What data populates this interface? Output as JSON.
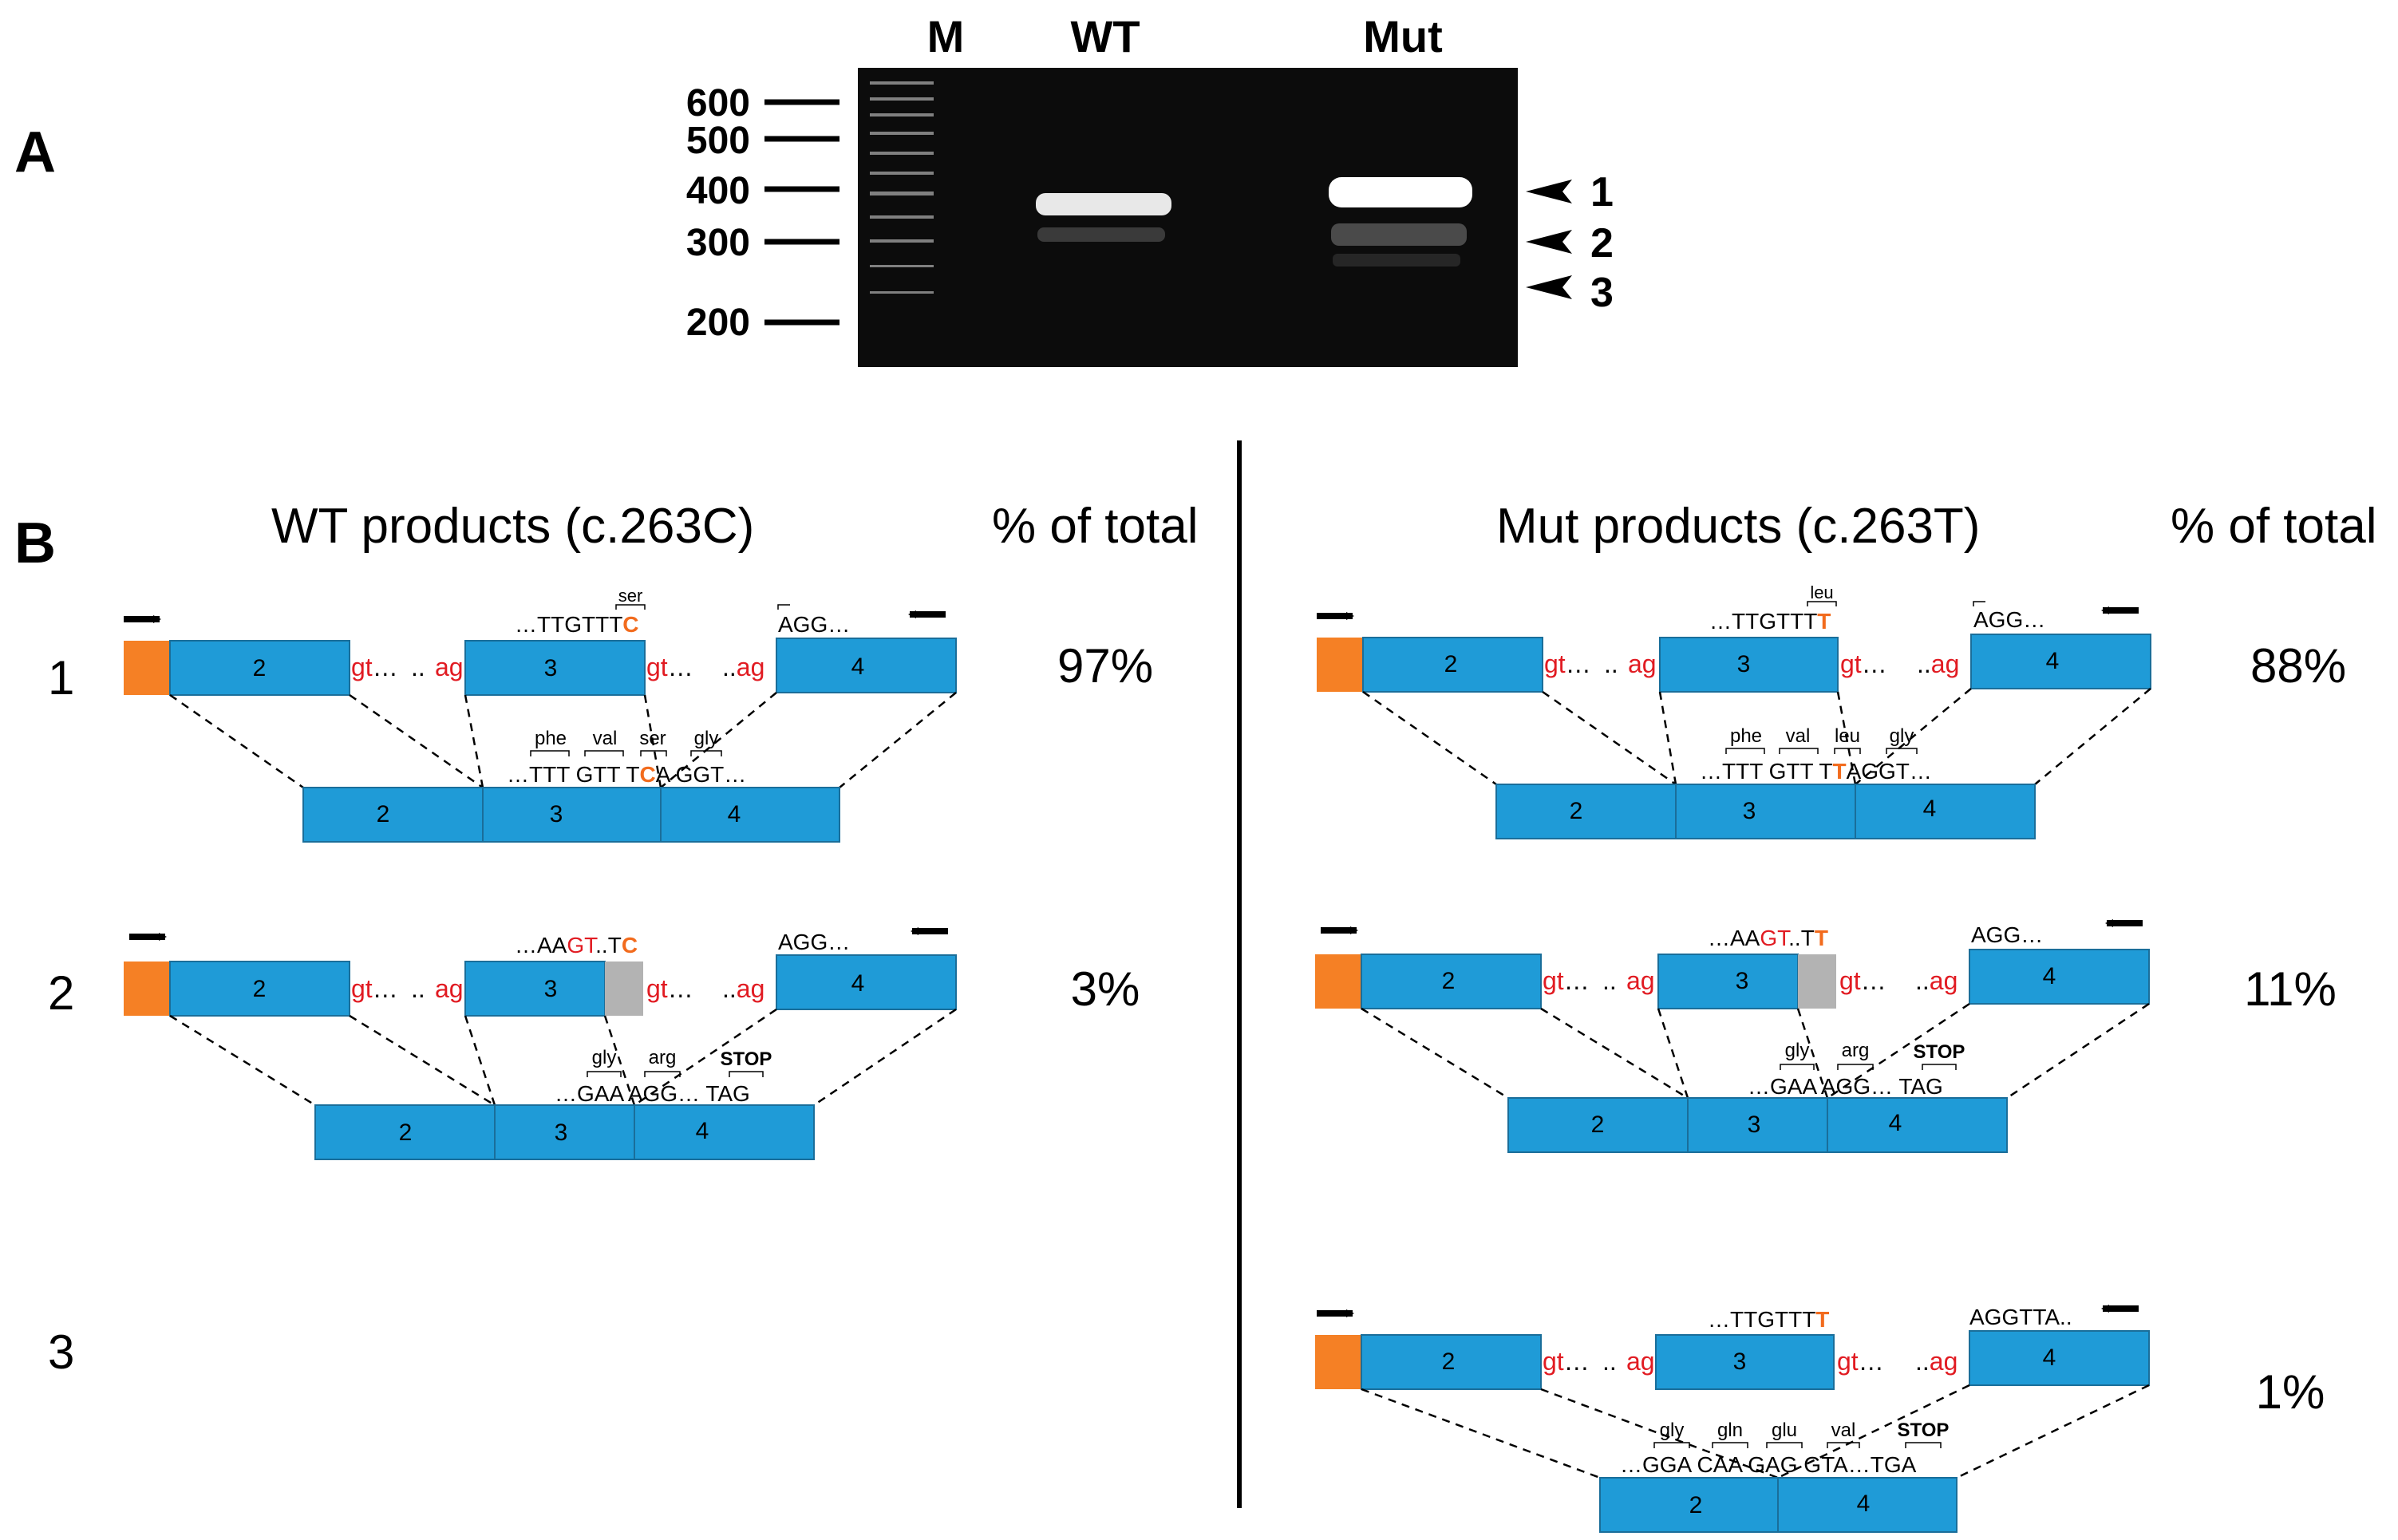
{
  "panel_a": {
    "label": "A",
    "lane_labels": {
      "m": "M",
      "wt": "WT",
      "mut": "Mut"
    },
    "ladder": [
      "600",
      "500",
      "400",
      "300",
      "200"
    ],
    "arrows": [
      "1",
      "2",
      "3"
    ]
  },
  "panel_b": {
    "label": "B",
    "wt_title": "WT products (c.263C)",
    "mut_title": "Mut products (c.263T)",
    "pct_header": "% of total",
    "row_labels": [
      "1",
      "2",
      "3"
    ],
    "exons": {
      "e2": "2",
      "e3": "3",
      "e4": "4"
    },
    "splice": {
      "gt": "gt",
      "ag": "ag",
      "dots_tail": "…",
      "dots_lead": "..",
      "dots_mid": ".."
    },
    "wt": {
      "r1": {
        "pct": "97%",
        "codon": "ser",
        "seq_base": "…TTGTTT",
        "seq_var": "C",
        "e4seq": "AGG…",
        "aa": [
          "phe",
          "val",
          "ser",
          "gly"
        ],
        "j_a": "…TTT GTT T",
        "j_var": "C",
        "j_b": "A GGT…"
      },
      "r2": {
        "pct": "3%",
        "seq_a": "…AA",
        "seq_gt": "GT",
        "seq_b": "..T",
        "seq_var": "C",
        "e4seq": "AGG…",
        "aa": [
          "gly",
          "arg",
          "STOP"
        ],
        "j": "…GAA AGG… TAG"
      }
    },
    "mut": {
      "r1": {
        "pct": "88%",
        "codon": "leu",
        "seq_base": "…TTGTTT",
        "seq_var": "T",
        "e4seq": "AGG…",
        "aa": [
          "phe",
          "val",
          "leu",
          "gly"
        ],
        "j_a": "…TTT GTT T",
        "j_var": "T",
        "j_b": "AGGT…"
      },
      "r2": {
        "pct": "11%",
        "seq_a": "…AA",
        "seq_gt": "GT",
        "seq_b": "..T",
        "seq_var": "T",
        "e4seq": "AGG…",
        "aa": [
          "gly",
          "arg",
          "STOP"
        ],
        "j": "…GAA AGG… TAG"
      },
      "r3": {
        "pct": "1%",
        "seq_base": "…TTGTTT",
        "seq_var": "T",
        "e4seq": "AGGTTA..",
        "aa": [
          "gly",
          "gln",
          "glu",
          "val",
          "STOP"
        ],
        "j": "…GGA CAA GAG GTA…TGA"
      }
    },
    "colors": {
      "exon": "#1f9bd7",
      "utr": "#f58025",
      "retained": "#b3b3b3",
      "variant": "#f26b1d",
      "splice": "#e11b22"
    }
  }
}
